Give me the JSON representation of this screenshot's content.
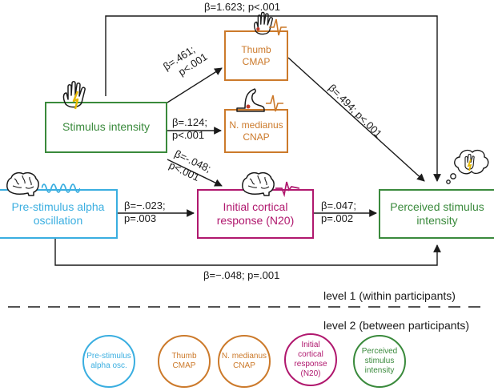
{
  "colors": {
    "green": "#3a8a3c",
    "blue": "#3aaee0",
    "orange": "#cc7a2b",
    "magenta": "#b0186e",
    "gold": "#e6b800",
    "dark": "#1a1a1a"
  },
  "nodes": {
    "stimulus": {
      "label": "Stimulus intensity"
    },
    "thumb": {
      "line1": "Thumb",
      "line2": "CMAP"
    },
    "nmed": {
      "line1": "N. medianus",
      "line2": "CNAP"
    },
    "prestim": {
      "line1": "Pre-stimulus alpha",
      "line2": "oscillation"
    },
    "cortical": {
      "line1": "Initial cortical",
      "line2": "response (N20)"
    },
    "perceived": {
      "line1": "Perceived stimulus",
      "line2": "intensity"
    }
  },
  "edges": {
    "stim_perceived": "β=1.623; p<.001",
    "stim_thumb_1": "β=.461;",
    "stim_thumb_2": "p<.001",
    "stim_nmed_1": "β=.124;",
    "stim_nmed_2": "p<.001",
    "stim_cortical_1": "β=-.048;",
    "stim_cortical_2": "p<.001",
    "thumb_perceived": "β=.494; p<.001",
    "prestim_cortical_1": "β=−.023;",
    "prestim_cortical_2": "p=.003",
    "cortical_perceived_1": "β=.047;",
    "cortical_perceived_2": "p=.002",
    "prestim_perceived": "β=−.048; p=.001"
  },
  "levels": {
    "level1": "level 1 (within participants)",
    "level2": "level 2 (between participants)"
  },
  "legend": {
    "prestim": {
      "line1": "Pre-stimulus",
      "line2": "alpha osc."
    },
    "thumb": {
      "line1": "Thumb",
      "line2": "CMAP"
    },
    "nmed": {
      "line1": "N. medianus",
      "line2": "CNAP"
    },
    "cortical": {
      "line1": "Initial",
      "line2": "cortical",
      "line3": "response",
      "line4": "(N20)"
    },
    "perceived": {
      "line1": "Perceived",
      "line2": "stimulus",
      "line3": "intensity"
    }
  },
  "icons": [
    "hand-icon",
    "brain-icon",
    "alpha-wave-icon",
    "arm-icon",
    "cmap-wave-icon",
    "cnap-wave-icon",
    "n20-wave-icon",
    "thought-bubble-icon"
  ]
}
